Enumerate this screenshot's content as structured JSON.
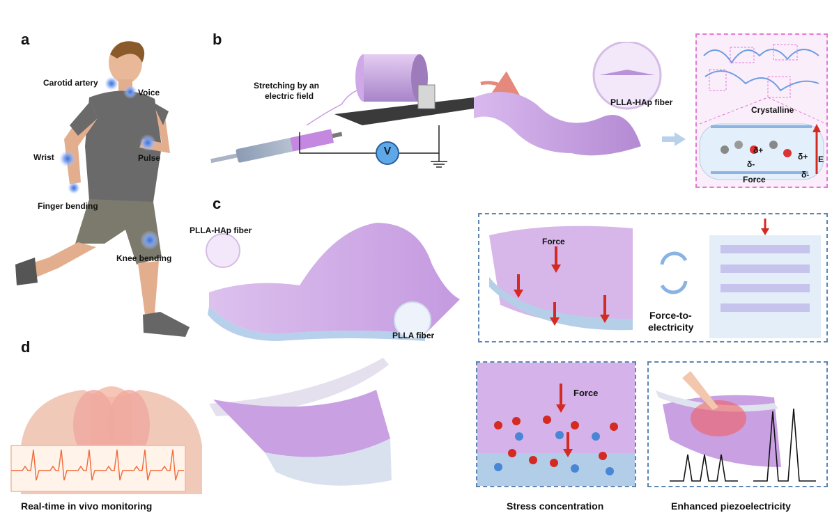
{
  "panels": {
    "a": "a",
    "b": "b",
    "c": "c",
    "d": "d"
  },
  "panel_a": {
    "labels": {
      "carotid": "Carotid artery",
      "voice": "Voice",
      "wrist": "Wrist",
      "pulse": "Pulse",
      "finger": "Finger bending",
      "knee": "Knee bending"
    }
  },
  "panel_b": {
    "stretching_line1": "Stretching by an",
    "stretching_line2": "electric field",
    "voltage": "V",
    "fiber_label": "PLLA-HAp fiber",
    "crystalline": "Crystalline",
    "delta_plus_1": "δ+",
    "delta_minus_1": "δ-",
    "delta_plus_2": "δ+",
    "delta_minus_2": "δ-",
    "field": "E",
    "force": "Force"
  },
  "panel_c": {
    "hap_fiber": "PLLA-HAp fiber",
    "plla_fiber": "PLLA fiber",
    "force": "Force",
    "conversion_line1": "Force-to-",
    "conversion_line2": "electricity"
  },
  "panel_d": {
    "monitoring": "Real-time in vivo monitoring",
    "force": "Force",
    "stress": "Stress concentration",
    "enhanced": "Enhanced piezoelectricity"
  },
  "colors": {
    "fiber_purple": "#c9a4e0",
    "fiber_dark": "#a27bc4",
    "dash_blue": "#5b86b5",
    "dash_pink": "#e27ad8",
    "force_red": "#d42a22",
    "sensor_blue": "#3b6fd9",
    "ecg_orange": "#f06a3a"
  }
}
